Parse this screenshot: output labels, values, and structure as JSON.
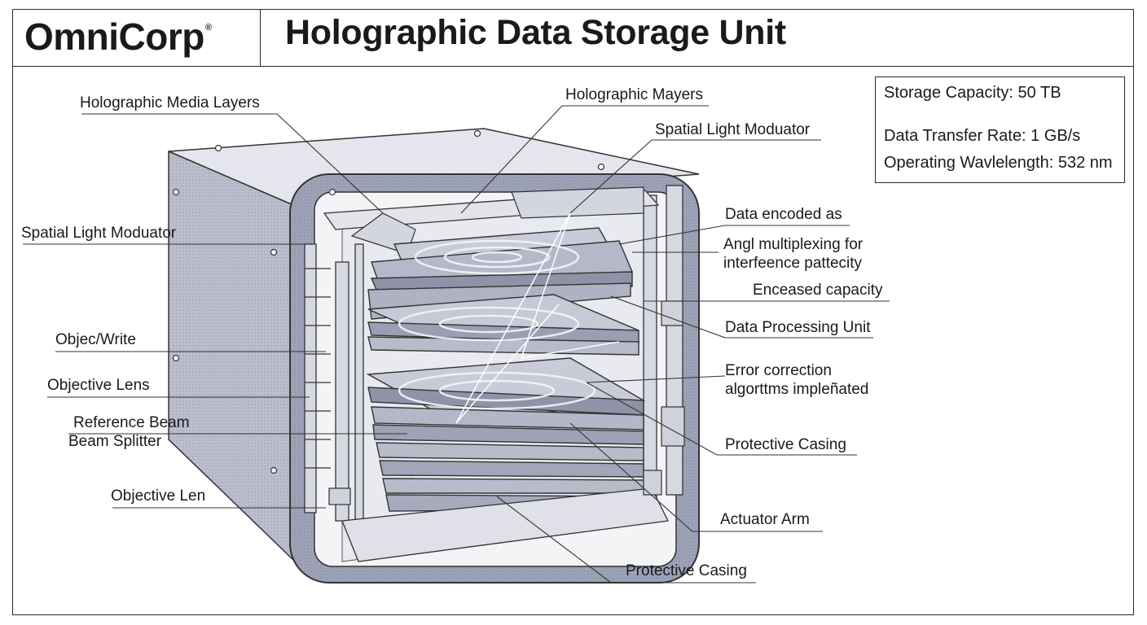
{
  "header": {
    "brand": "OmniCorp",
    "brand_mark": "®",
    "title": "Holographic Data Storage Unit"
  },
  "specs": [
    "Storage Capacity: 50 TB",
    "Data Transfer Rate: 1 GB/s",
    "Operating Wavlelength: 532 nm"
  ],
  "labels": {
    "holographic_media_layers": "Holographic Media Layers",
    "holographic_mayers": "Holographic Mayers",
    "spatial_light_modulator_top": "Spatial Light Moduator",
    "spatial_light_modulator_left": "Spatial Light Moduator",
    "data_encoded_as": "Data encoded as",
    "angle_multiplexing_1": "Angl multiplexing for",
    "angle_multiplexing_2": "interfeence pattecity",
    "enceased_capacity": "Enceased capacity",
    "object_write": "Objec/Write",
    "data_processing_unit": "Data Processing Unit",
    "objective_lens": "Objective Lens",
    "error_correction_1": "Error correction",
    "error_correction_2": "algorttms impleñated",
    "reference_beam": "Reference Beam",
    "beam_splitter": "Beam Splitter",
    "protective_casing_right": "Protective Casing",
    "objective_len": "Objective Len",
    "actuator_arm": "Actuator Arm",
    "protective_casing_bottom": "Protective Casing"
  }
}
